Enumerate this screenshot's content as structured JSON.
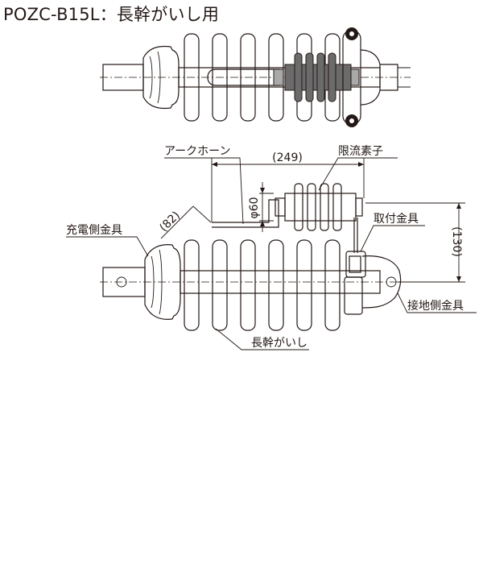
{
  "title": "POZC-B15L：長幹がいし用",
  "labels": {
    "arc_horn": "アークホーン",
    "current_limiting_element": "限流素子",
    "line_side_fitting": "充電側金具",
    "mounting_fitting": "取付金具",
    "ground_side_fitting": "接地側金具",
    "long_rod_insulator": "長幹がいし"
  },
  "dimensions": {
    "horn_length": "(249)",
    "diameter": "φ60",
    "offset": "(82)",
    "height": "(130)"
  },
  "colors": {
    "line": "#231815",
    "element_fill": "#6b6b6b",
    "fitting_fill": "#a9a9a9",
    "background": "#ffffff"
  }
}
